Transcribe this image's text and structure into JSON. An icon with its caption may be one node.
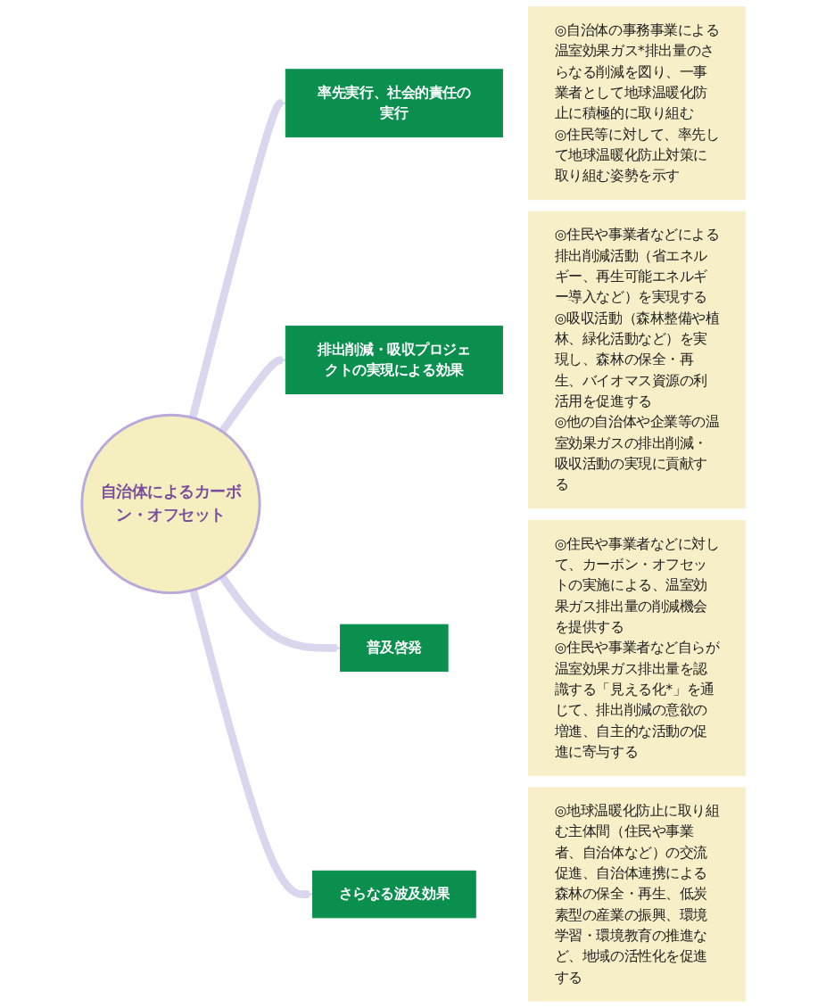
{
  "diagram": {
    "nodes": [
      {
        "text": [
          "◎自治体の事務事業による温室効果ガス*排出量のさらなる削減を図り、一事業者として地球温暖化防止に積極的に取り組む",
          "◎住民等に対して、率先して地球温暖化防止対策に取り組む姿勢を示す"
        ]
      },
      {
        "text": [
          "◎住民や事業者などによる排出削減活動（省エネルギー、再生可能エネルギー導入など）を実現する",
          "◎吸収活動（森林整備や植林、緑化活動など）を実現し、森林の保全・再生、バイオマス資源の利活用を促進する",
          "◎他の自治体や企業等の温室効果ガスの排出削減・吸収活動の実現に貢献する"
        ]
      },
      {
        "text": [
          "率先実行、社会的責任の実行"
        ]
      },
      {
        "text": [
          "排出削減・吸収プロジェクトの実現による効果"
        ]
      },
      {
        "text": [
          "自治体によるカーボン・オフセット"
        ]
      },
      {
        "text": [
          "普及啓発"
        ]
      },
      {
        "text": [
          "さらなる波及効果"
        ]
      },
      {
        "text": [
          "◎住民や事業者などに対して、カーボン・オフセットの実施による、温室効果ガス排出量の削減機会を提供する",
          "◎住民や事業者など自らが温室効果ガス排出量を認識する「見える化*」を通じて、排出削減の意欲の増進、自主的な活動の促進に寄与する"
        ]
      },
      {
        "text": [
          "◎地球温暖化防止に取り組む主体間（住民や事業者、自治体など）の交流促進、自治体連携による森林の保全・再生、低炭素型の産業の振興、環境学習・環境教育の推進など、地域の活性化を促進する"
        ]
      }
    ],
    "edges": [
      {
        "from": 4,
        "to": 2,
        "arrow": "to"
      },
      {
        "from": 4,
        "to": 3,
        "arrow": "to"
      },
      {
        "from": 4,
        "to": 5,
        "arrow": "to"
      },
      {
        "from": 4,
        "to": 6,
        "arrow": "to"
      }
    ]
  }
}
